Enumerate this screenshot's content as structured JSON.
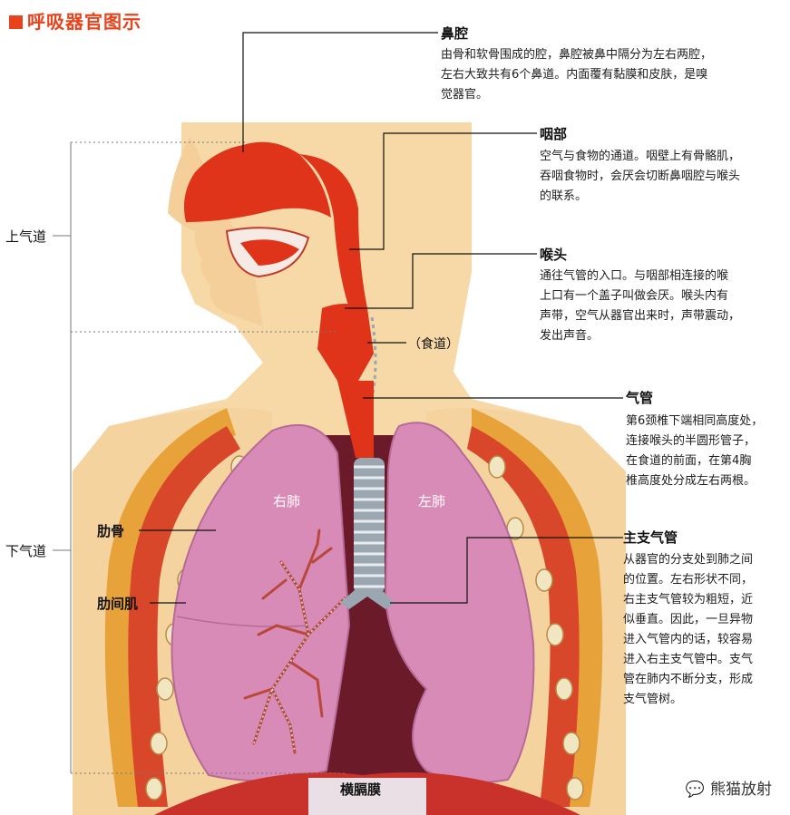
{
  "title": "呼吸器官图示",
  "colors": {
    "accent": "#e8431b",
    "skin": "#f7d9a8",
    "lung": "#d98bb7",
    "airway": "#e0341a",
    "trachea_ring": "#9aa7b0"
  },
  "sections": {
    "upper": "上气道",
    "lower": "下气道"
  },
  "labels": {
    "esophagus": "（食道）",
    "right_lung": "右肺",
    "left_lung": "左肺",
    "rib": "肋骨",
    "intercostal": "肋间肌",
    "diaphragm": "横膈膜"
  },
  "callouts": [
    {
      "title": "鼻腔",
      "lines": [
        "由骨和软骨围成的腔，鼻腔被鼻中隔分为左右两腔，",
        "左右大致共有6个鼻道。内面覆有黏膜和皮肤，是嗅",
        "觉器官。"
      ]
    },
    {
      "title": "咽部",
      "lines": [
        "空气与食物的通道。咽壁上有骨骼肌，",
        "吞咽食物时，会厌会切断鼻咽腔与喉头",
        "的联系。"
      ]
    },
    {
      "title": "喉头",
      "lines": [
        "通往气管的入口。与咽部相连接的喉",
        "上口有一个盖子叫做会厌。喉头内有",
        "声带，空气从器官出来时，声带震动，",
        "发出声音。"
      ]
    },
    {
      "title": "气管",
      "lines": [
        "第6颈椎下端相同高度处，",
        "连接喉头的半圆形管子，",
        "在食道的前面，在第4胸",
        "椎高度处分成左右两根。"
      ]
    },
    {
      "title": "主支气管",
      "lines": [
        "从器官的分支处到肺之间",
        "的位置。左右形状不同，",
        "右主支气管较为粗短，近",
        "似垂直。因此，一旦异物",
        "进入气管内的话，较容易",
        "进入右主支气管中。支气",
        "管在肺内不断分支，形成",
        "支气管树。"
      ]
    }
  ],
  "watermark": "熊猫放射"
}
